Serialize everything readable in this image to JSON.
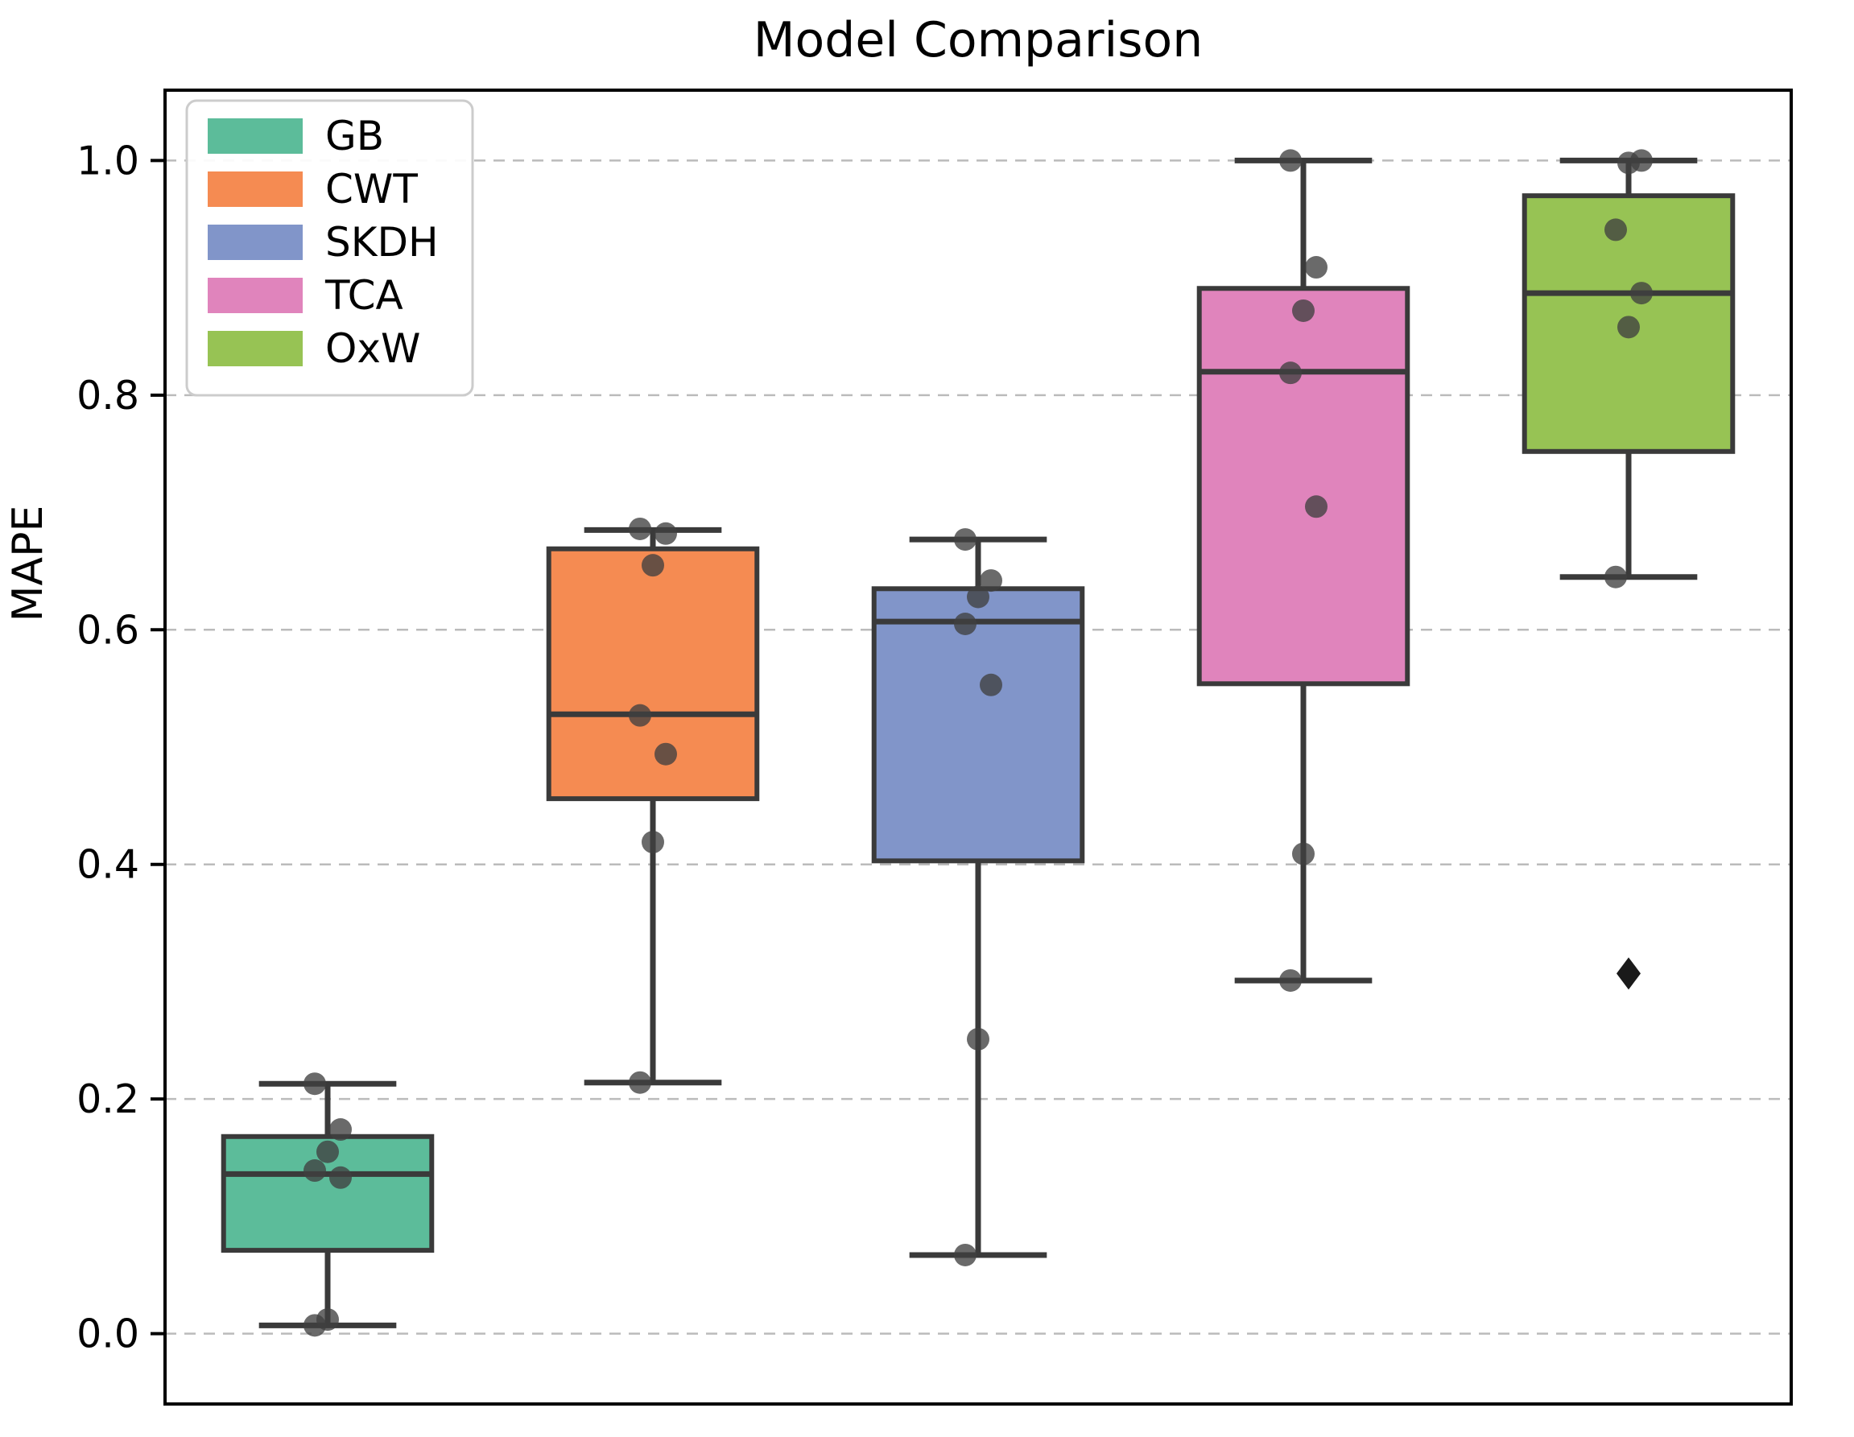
{
  "chart_data": {
    "type": "box",
    "title": "Model Comparison",
    "xlabel": "",
    "ylabel": "MAPE",
    "ylim": [
      -0.06,
      1.06
    ],
    "yticks": [
      0.0,
      0.2,
      0.4,
      0.6,
      0.8,
      1.0
    ],
    "ytick_labels": [
      "0.0",
      "0.2",
      "0.4",
      "0.6",
      "0.8",
      "1.0"
    ],
    "grid": "horizontal-dashed",
    "legend_position": "upper-left",
    "categories": [
      "GB",
      "CWT",
      "SKDH",
      "TCA",
      "OxW"
    ],
    "colors": [
      "#5cbc9a",
      "#f58b52",
      "#8195c9",
      "#e084bc",
      "#97c354"
    ],
    "series": [
      {
        "name": "GB",
        "color": "#5cbc9a",
        "whisker_low": 0.007,
        "q1": 0.071,
        "median": 0.136,
        "q3": 0.168,
        "whisker_high": 0.213,
        "fliers": [],
        "points": [
          0.007,
          0.012,
          0.133,
          0.139,
          0.155,
          0.174,
          0.213
        ]
      },
      {
        "name": "CWT",
        "color": "#f58b52",
        "whisker_low": 0.214,
        "q1": 0.456,
        "median": 0.528,
        "q3": 0.669,
        "whisker_high": 0.685,
        "fliers": [],
        "points": [
          0.214,
          0.419,
          0.494,
          0.527,
          0.655,
          0.682,
          0.686
        ]
      },
      {
        "name": "SKDH",
        "color": "#8195c9",
        "whisker_low": 0.067,
        "q1": 0.403,
        "median": 0.607,
        "q3": 0.635,
        "whisker_high": 0.677,
        "fliers": [],
        "points": [
          0.067,
          0.251,
          0.553,
          0.605,
          0.628,
          0.642,
          0.677
        ]
      },
      {
        "name": "TCA",
        "color": "#e084bc",
        "whisker_low": 0.301,
        "q1": 0.554,
        "median": 0.82,
        "q3": 0.891,
        "whisker_high": 1.0,
        "fliers": [],
        "points": [
          0.301,
          0.409,
          0.705,
          0.819,
          0.872,
          0.909,
          1.0
        ]
      },
      {
        "name": "OxW",
        "color": "#97c354",
        "whisker_low": 0.645,
        "q1": 0.752,
        "median": 0.887,
        "q3": 0.97,
        "whisker_high": 1.0,
        "fliers": [
          0.307
        ],
        "points": [
          0.645,
          0.858,
          0.887,
          0.941,
          0.998,
          1.0
        ]
      }
    ]
  },
  "legend": {
    "items": [
      {
        "label": "GB",
        "color": "#5cbc9a"
      },
      {
        "label": "CWT",
        "color": "#f58b52"
      },
      {
        "label": "SKDH",
        "color": "#8195c9"
      },
      {
        "label": "TCA",
        "color": "#e084bc"
      },
      {
        "label": "OxW",
        "color": "#97c354"
      }
    ]
  },
  "axes": {
    "y_title": "MAPE",
    "y_tick_labels": [
      "1.0",
      "0.8",
      "0.6",
      "0.4",
      "0.2",
      "0.0"
    ]
  },
  "title": "Model Comparison"
}
